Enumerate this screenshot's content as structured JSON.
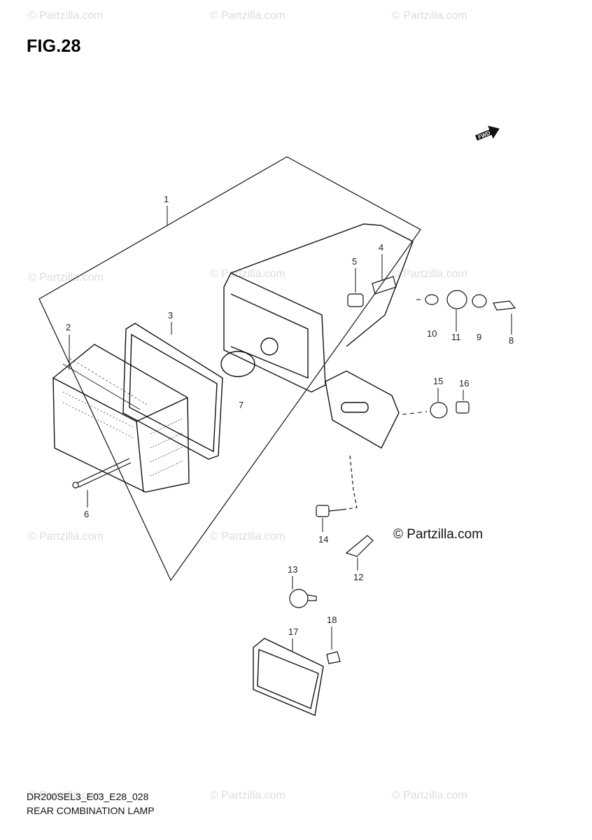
{
  "figure": {
    "title": "FIG.28"
  },
  "watermark": "© Partzilla.com",
  "copyright": "© Partzilla.com",
  "footer": {
    "code": "DR200SEL3_E03_E28_028",
    "caption": "REAR COMBINATION LAMP"
  },
  "direction_mark": "FWD",
  "callouts": [
    "1",
    "2",
    "3",
    "4",
    "5",
    "6",
    "7",
    "8",
    "9",
    "10",
    "11",
    "12",
    "13",
    "14",
    "15",
    "16",
    "17",
    "18"
  ]
}
